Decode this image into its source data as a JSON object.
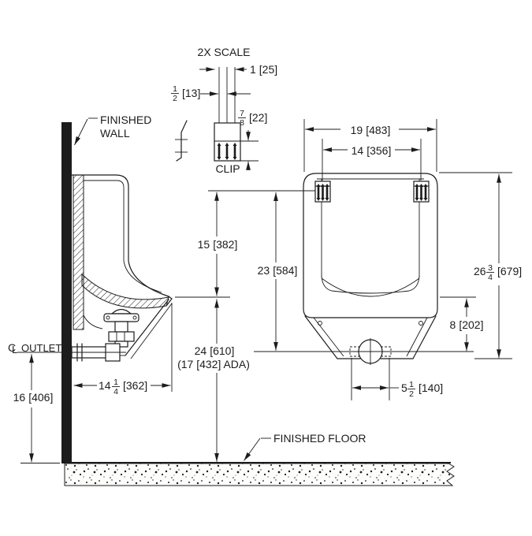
{
  "drawing": {
    "clip_detail": {
      "scale_label": "2X SCALE",
      "clip_label": "CLIP",
      "dim_screw_spread": {
        "whole": "1",
        "mm": "[25]"
      },
      "dim_screw_pitch": {
        "num": "1",
        "den": "2",
        "mm": "[13]"
      },
      "dim_clip_height": {
        "num": "7",
        "den": "8",
        "mm": "[22]"
      }
    },
    "side_view": {
      "wall_label": {
        "line1": "FINISHED",
        "line2": "WALL"
      },
      "outlet_label": {
        "c": "C",
        "l": "L",
        "text": "OUTLET"
      },
      "dim_top_to_rim": {
        "whole": "15",
        "mm": "[382]"
      },
      "dim_top_to_outlet": {
        "whole": "23",
        "mm": "[584]"
      },
      "dim_rim_height": {
        "whole": "24",
        "mm": "[610]"
      },
      "dim_rim_height_ada": "(17 [432] ADA)",
      "dim_wall_to_front": {
        "whole": "14",
        "num": "1",
        "den": "4",
        "mm": "[362]"
      },
      "dim_outlet_height": {
        "whole": "16",
        "mm": "[406]"
      }
    },
    "front_view": {
      "dim_overall_width": {
        "whole": "19",
        "mm": "[483]"
      },
      "dim_hanger_spacing": {
        "whole": "14",
        "mm": "[356]"
      },
      "dim_overall_height": {
        "whole": "26",
        "num": "3",
        "den": "4",
        "mm": "[679]"
      },
      "dim_lip_to_outlet": {
        "whole": "8",
        "mm": "[202]"
      },
      "dim_drain_bolt_spacing": {
        "whole": "5",
        "num": "1",
        "den": "2",
        "mm": "[140]"
      }
    },
    "floor_label": "FINISHED FLOOR",
    "colors": {
      "line": "#1c1c1c",
      "background": "#ffffff"
    }
  }
}
